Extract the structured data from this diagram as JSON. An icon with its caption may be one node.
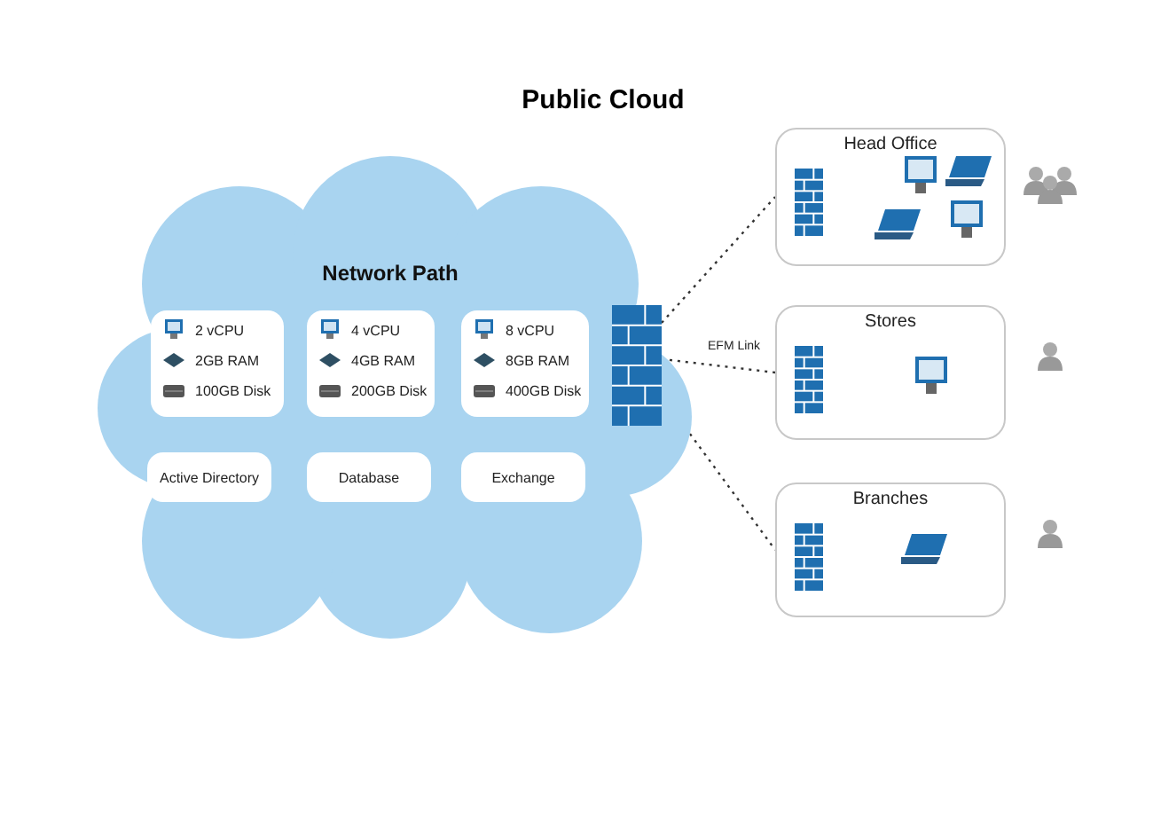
{
  "diagram": {
    "title": "Public Cloud",
    "nodes": [
      {
        "text": [
          "Network Path"
        ]
      },
      {
        "text": [
          "2 vCPU",
          "2GB RAM",
          "100GB Disk"
        ],
        "in": 0
      },
      {
        "text": [
          "4 vCPU",
          "4GB RAM",
          "200GB Disk"
        ],
        "in": 0
      },
      {
        "text": [
          "8 vCPU",
          "8GB RAM",
          "400GB Disk"
        ],
        "in": 0
      },
      {
        "text": [
          "Active Directory"
        ],
        "in": 0
      },
      {
        "text": [
          "Database"
        ],
        "in": 0
      },
      {
        "text": [
          "Exchange"
        ],
        "in": 0
      },
      {
        "text": [],
        "shape": "wall",
        "in": 0
      },
      {
        "text": [
          "Head Office"
        ]
      },
      {
        "text": [
          "Stores"
        ]
      },
      {
        "text": [
          "Branches"
        ]
      }
    ],
    "edges": [
      {
        "from": 7,
        "to": 8,
        "arrow": "none",
        "style": "dashed"
      },
      {
        "from": 7,
        "to": 9,
        "arrow": "none",
        "style": "dashed",
        "label": "EFM Link"
      },
      {
        "from": 7,
        "to": 10,
        "arrow": "none",
        "style": "dashed"
      }
    ]
  }
}
